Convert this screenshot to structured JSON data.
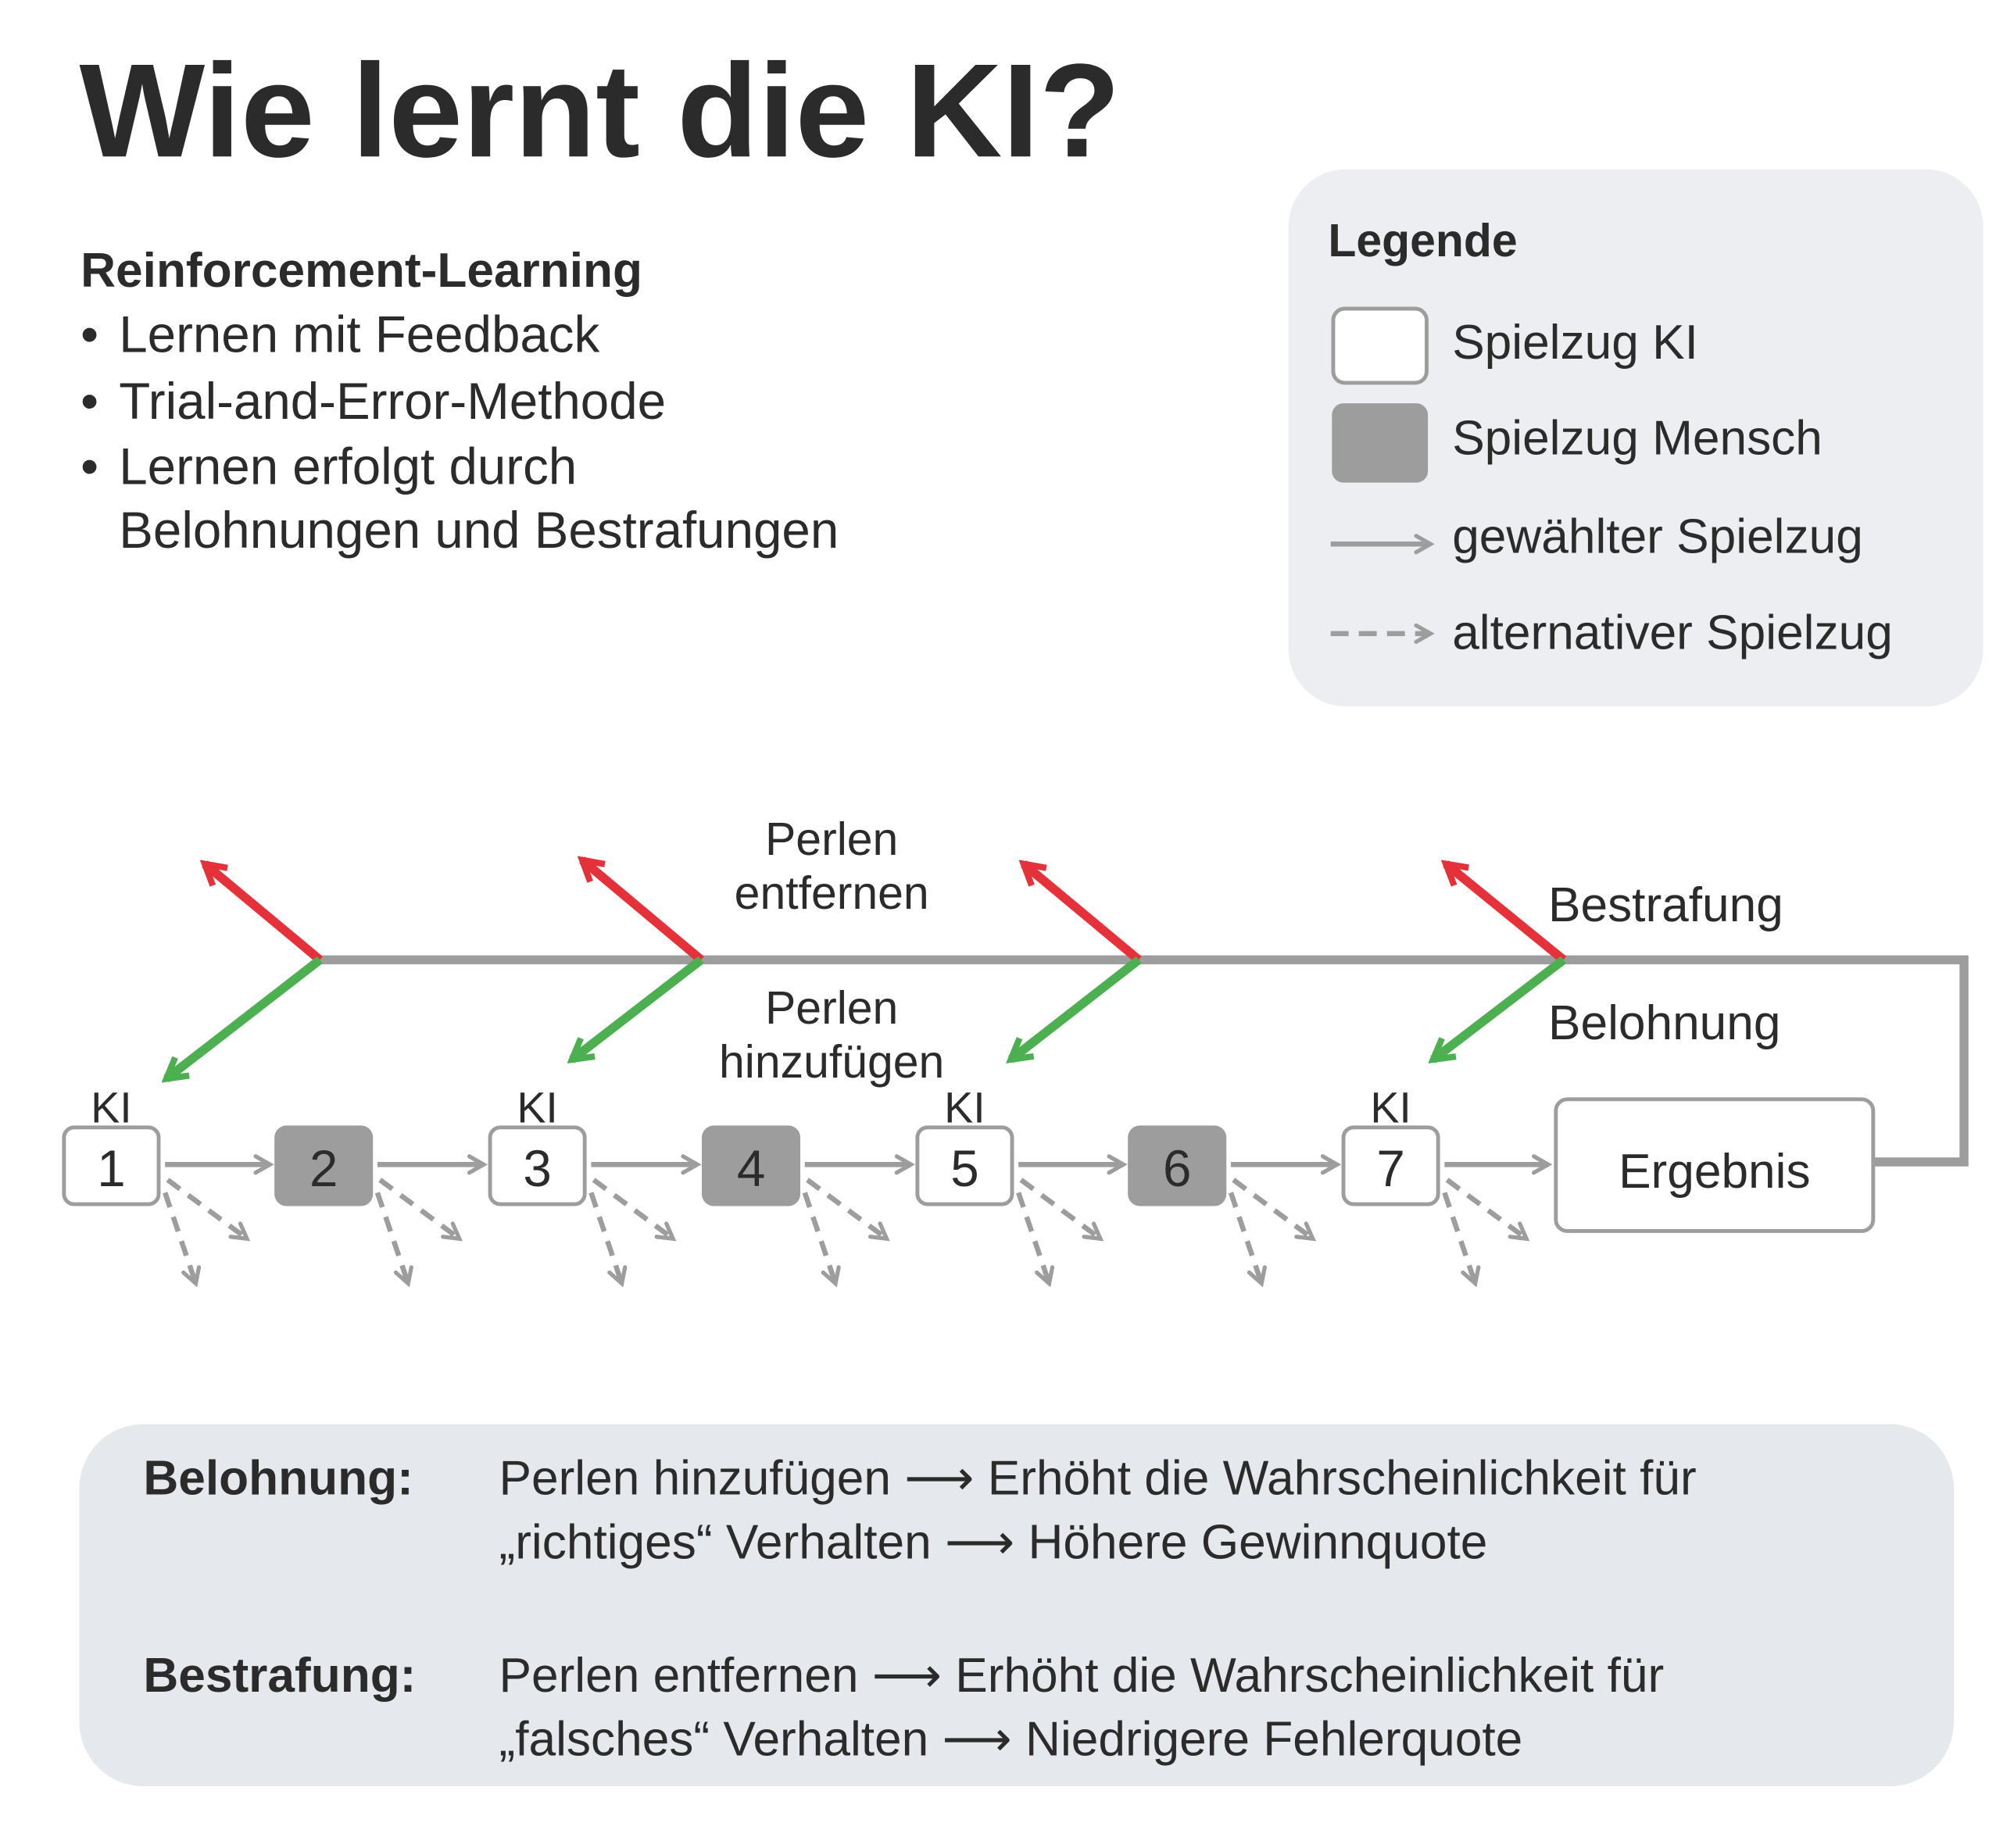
{
  "title": "Wie lernt die KI?",
  "intro": {
    "heading": "Reinforcement-Learning",
    "bullet_glyph": "•",
    "bullets": [
      "Lernen mit Feedback",
      "Trial-and-Error-Methode",
      "Lernen erfolgt durch"
    ],
    "bullet3_cont": "Belohnungen und Bestrafungen"
  },
  "legend": {
    "title": "Legende",
    "items": [
      "Spielzug KI",
      "Spielzug Mensch",
      "gewählter Spielzug",
      "alternativer Spielzug"
    ]
  },
  "diagram": {
    "remove_label": [
      "Perlen",
      "entfernen"
    ],
    "add_label": [
      "Perlen",
      "hinzufügen"
    ],
    "punishment": "Bestrafung",
    "reward": "Belohnung",
    "ai_label": "KI",
    "steps": [
      {
        "n": "1",
        "player": "ki"
      },
      {
        "n": "2",
        "player": "mensch"
      },
      {
        "n": "3",
        "player": "ki"
      },
      {
        "n": "4",
        "player": "mensch"
      },
      {
        "n": "5",
        "player": "ki"
      },
      {
        "n": "6",
        "player": "mensch"
      },
      {
        "n": "7",
        "player": "ki"
      }
    ],
    "result": "Ergebnis"
  },
  "summary": {
    "arrow_glyph": "⟶",
    "reward": {
      "label": "Belohnung:",
      "line1": [
        "Perlen hinzufügen",
        "Erhöht die Wahrscheinlichkeit für"
      ],
      "line2": [
        "„richtiges“ Verhalten",
        "Höhere Gewinnquote"
      ]
    },
    "punishment": {
      "label": "Bestrafung:",
      "line1": [
        "Perlen entfernen",
        "Erhöht die Wahrscheinlichkeit für"
      ],
      "line2": [
        "„falsches“ Verhalten",
        "Niedrigere Fehlerquote"
      ]
    }
  },
  "colors": {
    "text": "#2b2b2b",
    "gray": "#9d9d9d",
    "red": "#e5313a",
    "green": "#4caf50",
    "legend_bg": "#eceef1",
    "summary_bg": "#e5e8ed"
  }
}
